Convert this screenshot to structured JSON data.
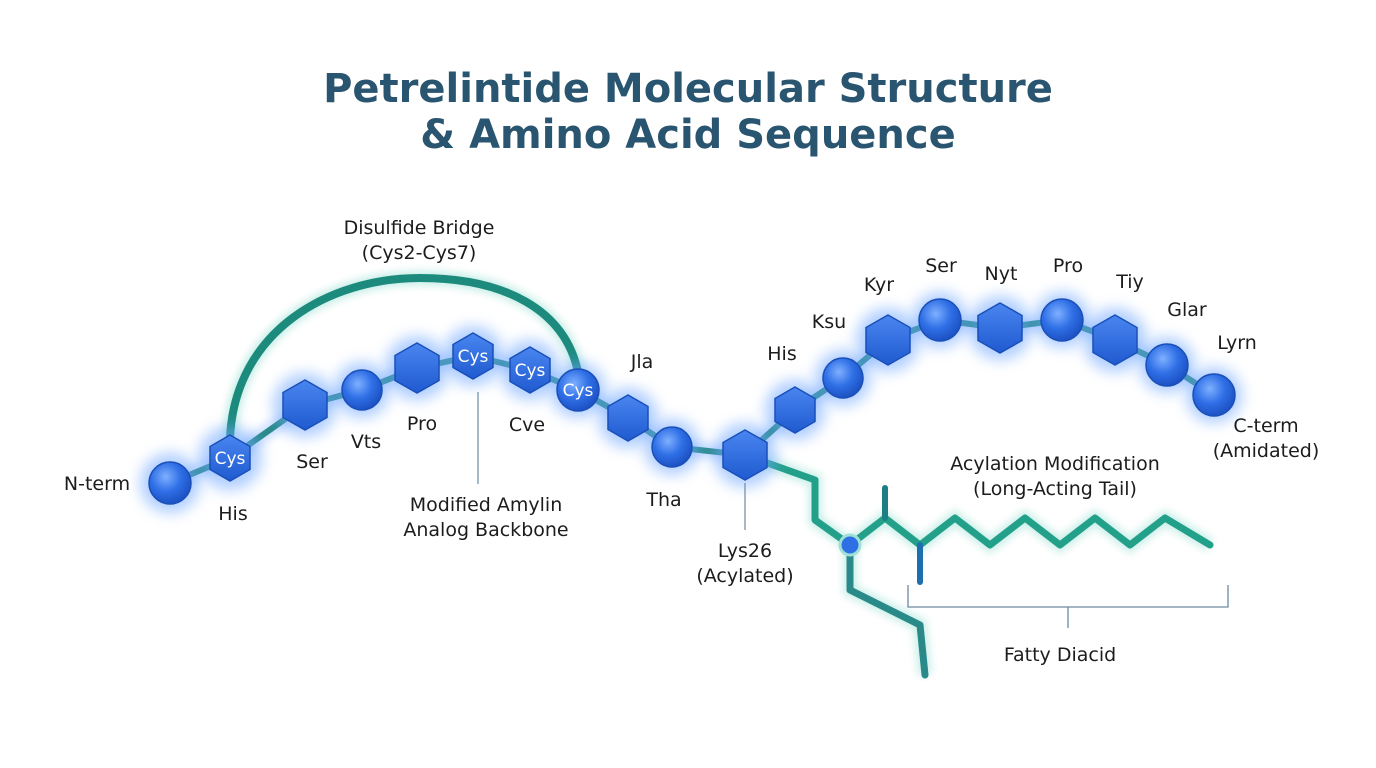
{
  "title": {
    "line1": "Petrelintide Molecular Structure",
    "line2": "& Amino Acid Sequence"
  },
  "colors": {
    "title": "#2a5570",
    "residue": "#2f6fe6",
    "residue_stroke": "#1f55c7",
    "glow": "#6fa7ff",
    "backbone": "#2a8a8a",
    "bridge": "#1d8a7e",
    "tail": "#23a08a",
    "label": "#1c1c1c"
  },
  "labels": {
    "n_term": "N-term",
    "c_term_line1": "C-term",
    "c_term_line2": "(Amidated)",
    "disulfide_line1": "Disulfide Bridge",
    "disulfide_line2": "(Cys2-Cys7)",
    "backbone_line1": "Modified Amylin",
    "backbone_line2": "Analog Backbone",
    "lys_line1": "Lys26",
    "lys_line2": "(Acylated)",
    "acyl_line1": "Acylation Modification",
    "acyl_line2": "(Long-Acting Tail)",
    "fatty": "Fatty Diacid"
  },
  "residue_labels": {
    "his1": "His",
    "ser": "Ser",
    "vts": "Vts",
    "pro1": "Pro",
    "cve": "Cve",
    "jla": "Jla",
    "tha": "Tha",
    "his2": "His",
    "ksu": "Ksu",
    "kyr": "Kyr",
    "ser2": "Ser",
    "nyt": "Nyt",
    "pro2": "Pro",
    "tiy": "Tiy",
    "glar": "Glar",
    "lyrn": "Lyrn"
  },
  "inner_labels": {
    "cys1": "Cys",
    "cys2": "Cys",
    "cys3": "Cys",
    "cys4": "Cys"
  }
}
